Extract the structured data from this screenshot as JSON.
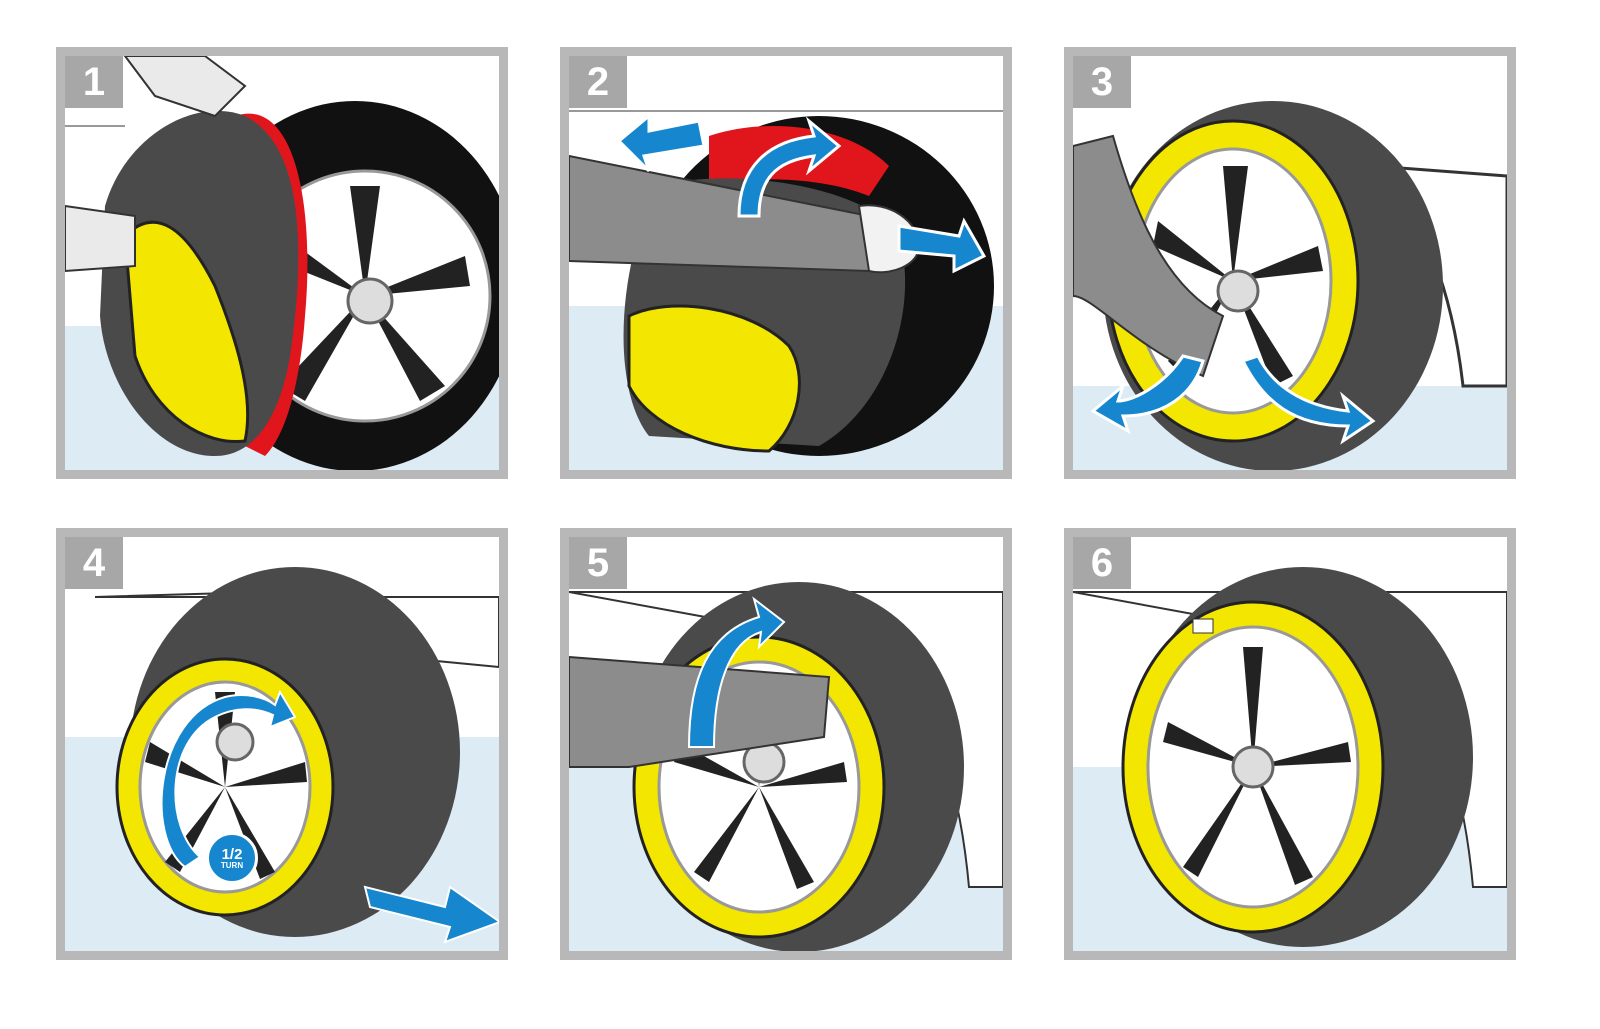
{
  "colors": {
    "frame": "#b8b8b8",
    "badge": "#a7a7a7",
    "sock_yellow": "#f3e600",
    "sock_gray": "#4a4a4a",
    "tire_black": "#111111",
    "elastic_red": "#e0161c",
    "arrow_blue": "#1687cf",
    "ground": "#dcebf4"
  },
  "steps": [
    {
      "number": "1"
    },
    {
      "number": "2"
    },
    {
      "number": "3"
    },
    {
      "number": "4",
      "turn_badge": {
        "fraction": "1/2",
        "word": "TURN"
      }
    },
    {
      "number": "5"
    },
    {
      "number": "6"
    }
  ]
}
